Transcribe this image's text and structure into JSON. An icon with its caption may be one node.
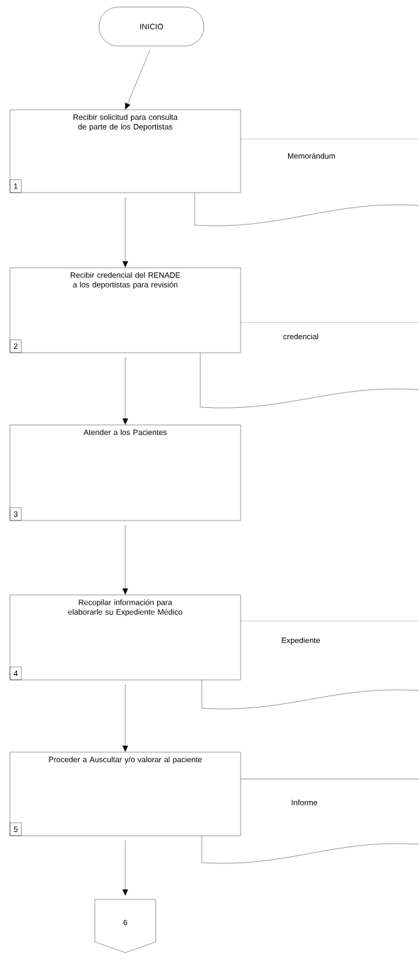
{
  "diagram": {
    "nodes": [
      {
        "text": [
          "INICIO"
        ]
      },
      {
        "text": [
          "Recibir solicitud para consulta de parte de los Deportistas",
          "1"
        ]
      },
      {
        "text": [
          "Memorándum"
        ]
      },
      {
        "text": [
          "Recibir credencial del RENADE a los deportistas para revisión",
          "2"
        ]
      },
      {
        "text": [
          "credencial"
        ]
      },
      {
        "text": [
          "Atender a los Pacientes",
          "3"
        ]
      },
      {
        "text": [
          "Recopilar información para elaborarle su Expediente Médico",
          "4"
        ]
      },
      {
        "text": [
          "Expediente"
        ]
      },
      {
        "text": [
          "Proceder a Auscultar y/o valorar al paciente",
          "5"
        ]
      },
      {
        "text": [
          "Informe"
        ]
      },
      {
        "text": [
          "6"
        ]
      }
    ],
    "edges": [
      {
        "from": 0,
        "to": 1,
        "arrow": "to"
      },
      {
        "from": 1,
        "to": 3,
        "arrow": "to"
      },
      {
        "from": 3,
        "to": 5,
        "arrow": "to"
      },
      {
        "from": 5,
        "to": 6,
        "arrow": "to"
      },
      {
        "from": 6,
        "to": 8,
        "arrow": "to"
      },
      {
        "from": 8,
        "to": 10,
        "arrow": "to"
      }
    ]
  }
}
